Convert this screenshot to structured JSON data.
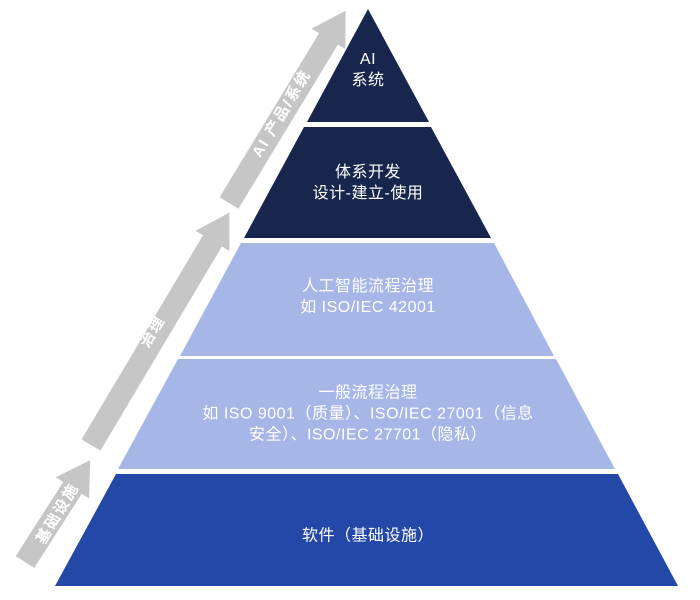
{
  "diagram": {
    "colors": {
      "navy": "#18264e",
      "light_blue": "#a6b6e7",
      "royal_blue": "#2448a8",
      "arrow_gray": "#c6c6c6",
      "label_white": "#ffffff"
    },
    "pyramid": {
      "levels": [
        {
          "name": "ai-system",
          "text": "AI\n系统"
        },
        {
          "name": "system-development",
          "text": "体系开发\n设计-建立-使用"
        },
        {
          "name": "ai-process-governance",
          "text": "人工智能流程治理\n如 ISO/IEC 42001"
        },
        {
          "name": "general-process-governance",
          "text": "一般流程治理\n如 ISO 9001（质量）、ISO/IEC 27001（信息\n安全）、ISO/IEC 27701（隐私）"
        },
        {
          "name": "software-infrastructure",
          "text": "软件（基础设施）"
        }
      ]
    },
    "arrow": {
      "segments": [
        {
          "name": "infrastructure",
          "label": "基础设施"
        },
        {
          "name": "governance",
          "label": "治理"
        },
        {
          "name": "ai-product-system",
          "label": "AI 产品/系统"
        }
      ]
    }
  }
}
